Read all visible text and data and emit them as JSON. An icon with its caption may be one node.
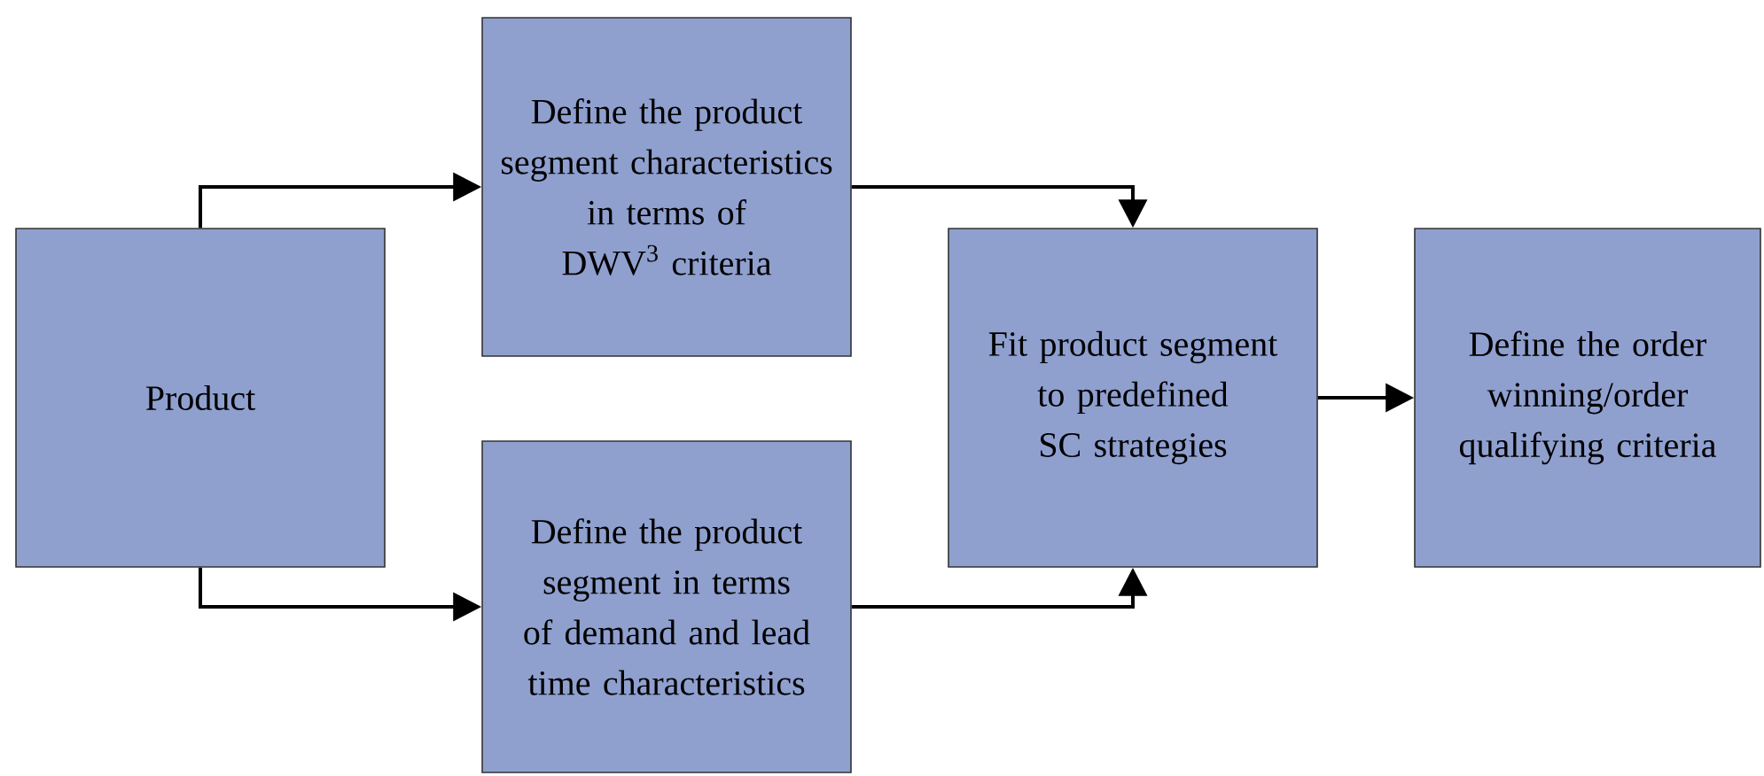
{
  "diagram": {
    "nodes": [
      {
        "text": [
          "Product"
        ]
      },
      {
        "text": [
          "Define the product segment characteristics in terms of DWV$^{3}$ criteria"
        ]
      },
      {
        "text": [
          "Define the product segment in terms of demand and lead time characteristics"
        ]
      },
      {
        "text": [
          "Fit product segment to predefined SC strategies"
        ]
      },
      {
        "text": [
          "Define the order winning/order qualifying criteria"
        ]
      }
    ],
    "edges": [
      {
        "from": 0,
        "to": 1,
        "arrow": "to"
      },
      {
        "from": 0,
        "to": 2,
        "arrow": "to"
      },
      {
        "from": 1,
        "to": 3,
        "arrow": "to"
      },
      {
        "from": 2,
        "to": 3,
        "arrow": "to"
      },
      {
        "from": 3,
        "to": 4,
        "arrow": "to"
      }
    ]
  }
}
